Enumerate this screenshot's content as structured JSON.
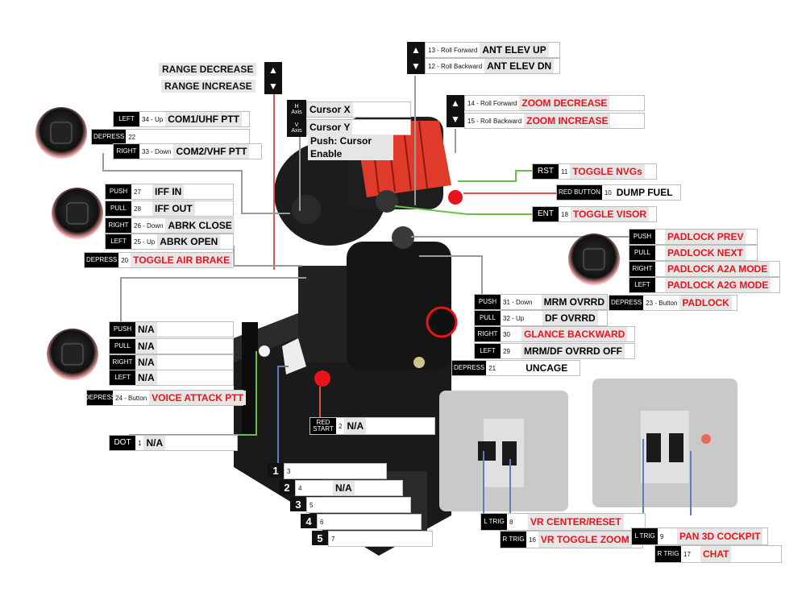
{
  "throttle": {
    "range": {
      "decrease": "RANGE DECREASE",
      "increase": "RANGE INCREASE"
    },
    "ant": {
      "up_num": "13 - Roll Forward",
      "up_label": "ANT ELEV UP",
      "dn_num": "12 - Roll Backward",
      "dn_label": "ANT ELEV DN"
    },
    "zoom": {
      "dec_num": "14 - Roll Forward",
      "dec_label": "ZOOM DECREASE",
      "inc_num": "15 - Roll Backward",
      "inc_label": "ZOOM INCREASE"
    },
    "cursor": {
      "h_axis": "H Axis",
      "v_axis": "V Axis",
      "cursor_x": "Cursor X",
      "cursor_y": "Cursor Y",
      "push": "Push:  Cursor Enable"
    },
    "com": {
      "left_tag": "LEFT",
      "left_num": "34 - Up",
      "left_label": "COM1/UHF PTT",
      "depress_tag": "DEPRESS",
      "depress_num": "22",
      "right_tag": "RIGHT",
      "right_num": "33 - Down",
      "right_label": "COM2/VHF PTT"
    },
    "iff": {
      "push_tag": "PUSH",
      "push_num": "27",
      "push_label": "IFF IN",
      "pull_tag": "PULL",
      "pull_num": "28",
      "pull_label": "IFF OUT",
      "right_tag": "RIGHT",
      "right_num": "26 - Down",
      "right_label": "ABRK CLOSE",
      "left_tag": "LEFT",
      "left_num": "25 - Up",
      "left_label": "ABRK OPEN",
      "depress_tag": "DEPRESS",
      "depress_num": "20",
      "depress_label": "TOGGLE AIR BRAKE"
    },
    "rst": {
      "tag": "RST",
      "num": "11",
      "label": "TOGGLE NVGs"
    },
    "red_button": {
      "tag": "RED BUTTON",
      "num": "10",
      "label": "DUMP FUEL"
    },
    "ent": {
      "tag": "ENT",
      "num": "18",
      "label": "TOGGLE VISOR"
    },
    "padlock": {
      "push_tag": "PUSH",
      "push_label": "PADLOCK PREV",
      "pull_tag": "PULL",
      "pull_label": "PADLOCK NEXT",
      "right_tag": "RIGHT",
      "right_label": "PADLOCK A2A MODE",
      "left_tag": "LEFT",
      "left_label": "PADLOCK A2G MODE",
      "depress_tag": "DEPRESS",
      "depress_num": "23 - Button",
      "depress_label": "PADLOCK"
    },
    "mrm": {
      "push_tag": "PUSH",
      "push_num": "31 - Down",
      "push_label": "MRM OVRRD",
      "pull_tag": "PULL",
      "pull_num": "32 - Up",
      "pull_label": "DF OVRRD",
      "right_tag": "RIGHT",
      "right_num": "30",
      "right_label": "GLANCE BACKWARD",
      "left_tag": "LEFT",
      "left_num": "29",
      "left_label": "MRM/DF OVRRD OFF",
      "depress_tag": "DEPRESS",
      "depress_num": "21",
      "depress_label": "UNCAGE"
    },
    "voice": {
      "push_tag": "PUSH",
      "push_label": "N/A",
      "pull_tag": "PULL",
      "pull_label": "N/A",
      "right_tag": "RIGHT",
      "right_label": "N/A",
      "left_tag": "LEFT",
      "left_label": "N/A",
      "depress_tag": "DEPRESS",
      "depress_num": "24 - Button",
      "depress_label": "VOICE ATTACK PTT"
    },
    "red_start": {
      "tag": "RED START",
      "num": "2",
      "label": "N/A"
    },
    "dot": {
      "tag": "DOT",
      "num": "1",
      "label": "N/A"
    },
    "numbered": [
      {
        "key": "1",
        "num": "3",
        "label": ""
      },
      {
        "key": "2",
        "num": "4",
        "label": "N/A"
      },
      {
        "key": "3",
        "num": "5",
        "label": ""
      },
      {
        "key": "4",
        "num": "6",
        "label": ""
      },
      {
        "key": "5",
        "num": "7",
        "label": ""
      }
    ],
    "triggers": {
      "l1_tag": "L TRIG",
      "l1_num": "8",
      "l1_label": "VR CENTER/RESET",
      "r1_tag": "R TRIG",
      "r1_num": "16",
      "r1_label": "VR TOGGLE ZOOM",
      "l2_tag": "L TRIG",
      "l2_num": "9",
      "l2_label": "PAN 3D COCKPIT",
      "r2_tag": "R TRIG",
      "r2_num": "17",
      "r2_label": "CHAT"
    },
    "colors": {
      "accent_red": "#e8141b",
      "wire_green": "#6abf4b",
      "wire_red": "#d9534f",
      "wire_blue": "#5b7fb8",
      "wire_grey": "#9a9a9a"
    }
  }
}
